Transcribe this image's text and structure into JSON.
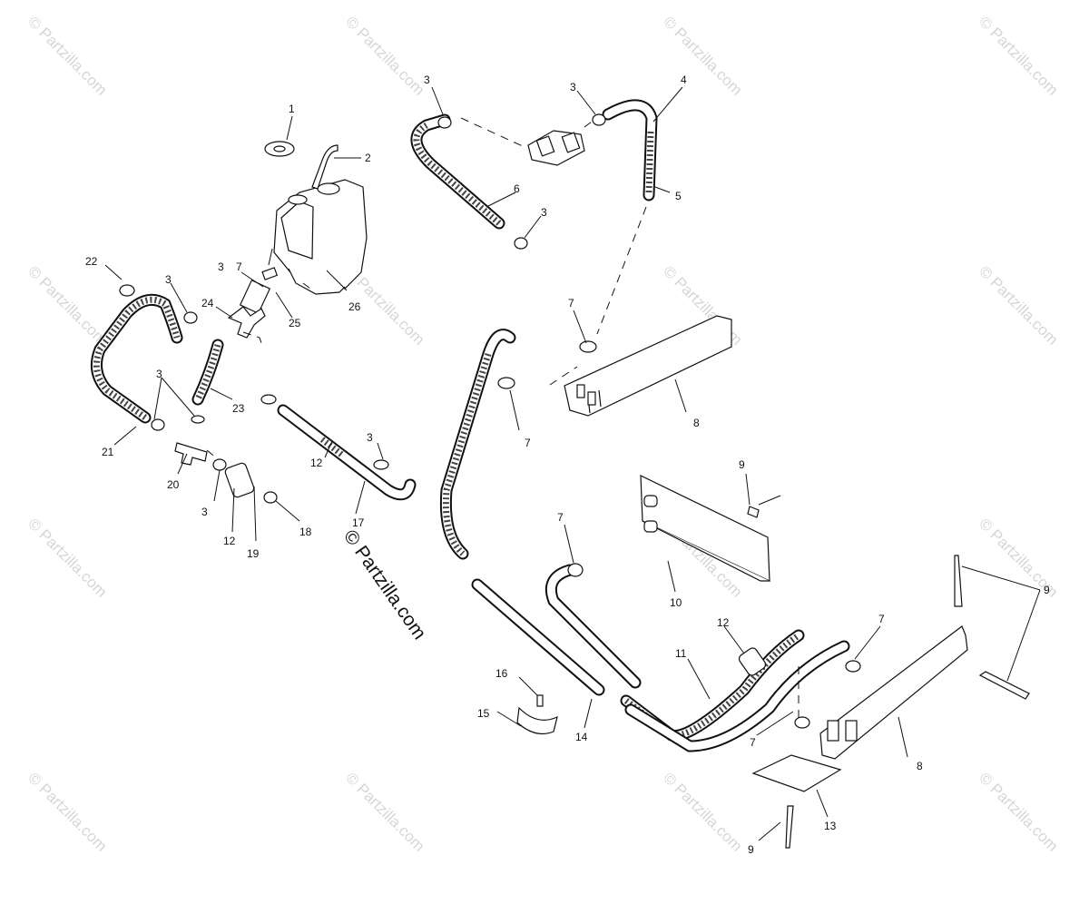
{
  "watermark": {
    "text": "© Partzilla.com",
    "main_text": "© Partzilla.com"
  },
  "callouts": [
    {
      "id": "c1",
      "label": "1"
    },
    {
      "id": "c2",
      "label": "2"
    },
    {
      "id": "c3a",
      "label": "3"
    },
    {
      "id": "c3b",
      "label": "3"
    },
    {
      "id": "c3c",
      "label": "3"
    },
    {
      "id": "c3d",
      "label": "3"
    },
    {
      "id": "c3e",
      "label": "3"
    },
    {
      "id": "c3f",
      "label": "3"
    },
    {
      "id": "c3g",
      "label": "3"
    },
    {
      "id": "c3h",
      "label": "3"
    },
    {
      "id": "c4",
      "label": "4"
    },
    {
      "id": "c5",
      "label": "5"
    },
    {
      "id": "c6",
      "label": "6"
    },
    {
      "id": "c7a",
      "label": "7"
    },
    {
      "id": "c7b",
      "label": "7"
    },
    {
      "id": "c7c",
      "label": "7"
    },
    {
      "id": "c7d",
      "label": "7"
    },
    {
      "id": "c7e",
      "label": "7"
    },
    {
      "id": "c7f",
      "label": "7"
    },
    {
      "id": "c8a",
      "label": "8"
    },
    {
      "id": "c8b",
      "label": "8"
    },
    {
      "id": "c9a",
      "label": "9"
    },
    {
      "id": "c9b",
      "label": "9"
    },
    {
      "id": "c9c",
      "label": "9"
    },
    {
      "id": "c10",
      "label": "10"
    },
    {
      "id": "c11",
      "label": "11"
    },
    {
      "id": "c12a",
      "label": "12"
    },
    {
      "id": "c12b",
      "label": "12"
    },
    {
      "id": "c12c",
      "label": "12"
    },
    {
      "id": "c13",
      "label": "13"
    },
    {
      "id": "c14",
      "label": "14"
    },
    {
      "id": "c15",
      "label": "15"
    },
    {
      "id": "c16",
      "label": "16"
    },
    {
      "id": "c17",
      "label": "17"
    },
    {
      "id": "c18",
      "label": "18"
    },
    {
      "id": "c19",
      "label": "19"
    },
    {
      "id": "c20",
      "label": "20"
    },
    {
      "id": "c21",
      "label": "21"
    },
    {
      "id": "c22",
      "label": "22"
    },
    {
      "id": "c23",
      "label": "23"
    },
    {
      "id": "c24",
      "label": "24"
    },
    {
      "id": "c25",
      "label": "25"
    },
    {
      "id": "c26",
      "label": "26"
    }
  ]
}
